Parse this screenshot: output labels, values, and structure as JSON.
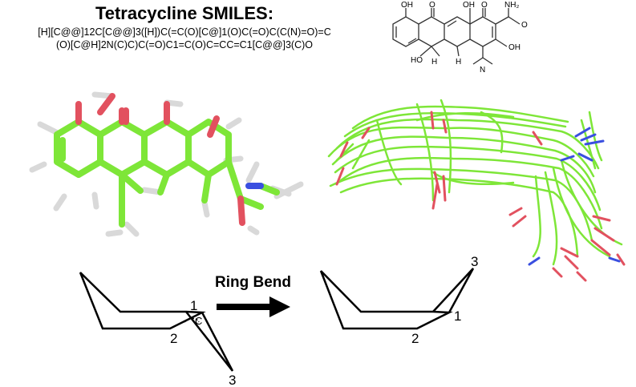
{
  "header": {
    "title": "Tetracycline SMILES:",
    "smiles_line1": "[H][C@@]12C[C@@]3([H])C(=C(O)[C@]1(O)C(=O)C(C(N)=O)=C",
    "smiles_line2": "(O)[C@H]2N(C)C)C(=O)C1=C(O)C=CC=C1[C@@]3(C)O"
  },
  "structure": {
    "labels": [
      "OH",
      "O",
      "OH",
      "O",
      "NH2",
      "OH",
      "HO",
      "H",
      "H",
      "N"
    ]
  },
  "ring_bend": {
    "arrow_label": "Ring Bend",
    "left_labels": [
      "1",
      "2",
      "3"
    ],
    "right_labels": [
      "1",
      "2",
      "3"
    ]
  },
  "colors": {
    "carbon": "#7ee638",
    "oxygen": "#e2515f",
    "nitrogen": "#3a4fe0",
    "hydrogen": "#e3e3e3"
  }
}
